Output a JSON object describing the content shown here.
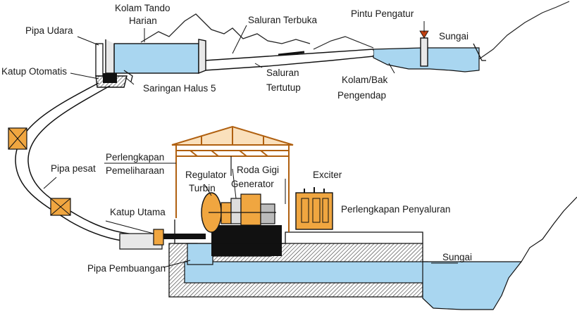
{
  "labels": {
    "kolam_tando": "Kolam Tando",
    "harian": "Harian",
    "pipa_udara": "Pipa Udara",
    "saluran_terbuka": "Saluran Terbuka",
    "pintu_pengatur": "Pintu Pengatur",
    "sungai_top": "Sungai",
    "katup_otomatis": "Katup Otomatis",
    "saringan_halus": "Saringan Halus 5",
    "saluran": "Saluran",
    "tertutup": "Tertutup",
    "kolam_bak": "Kolam/Bak",
    "pengendap": "Pengendap",
    "perlengkapan": "Perlengkapan",
    "pemeliharaan": "Pemeliharaan",
    "regulator": "Regulator",
    "turbin": "Turbin",
    "roda_gigi": "Roda Gigi",
    "generator": "Generator",
    "exciter": "Exciter",
    "pipa_pesat": "Pipa pesat",
    "perlengkapan_penyaluran": "Perlengkapan Penyaluran",
    "katup_utama": "Katup Utama",
    "sungai_bottom": "Sungai",
    "pipa_pembuangan": "Pipa Pembuangan"
  },
  "colors": {
    "water": "#a9d6f0",
    "water_deep": "#7fc0e6",
    "frame": "#f0a640",
    "ink": "#111111",
    "concrete": "#e8e8e8"
  }
}
